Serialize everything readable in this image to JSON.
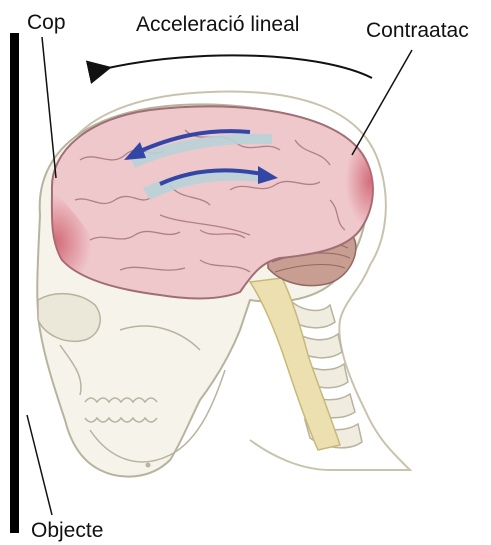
{
  "labels": {
    "impact": "Cop",
    "acceleration": "Acceleració lineal",
    "countercoup": "Contraatac",
    "object": "Objecte"
  },
  "colors": {
    "object_bar": "#000000",
    "brain_fill": "#efc8cc",
    "brain_outline": "#a06f74",
    "bruise": "#cf5f6d",
    "rotation_arrow": "#3346a6",
    "rotation_band": "#b8d2d8",
    "skull_line": "#b7b39e",
    "spinal_cord": "#ede0b0",
    "cerebellum": "#b0847a"
  },
  "icons": {
    "acceleration_arrow": "arrow-left-curved-icon",
    "rotation_arrows": "rotation-arrows-icon"
  }
}
